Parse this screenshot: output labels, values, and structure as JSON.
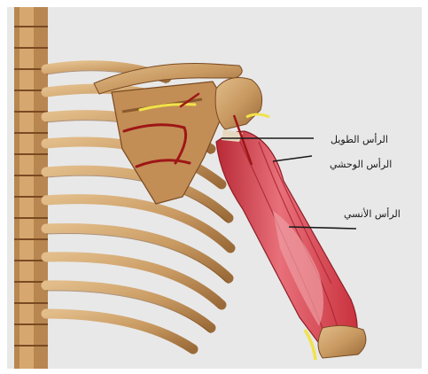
{
  "diagram": {
    "labels": {
      "long_head": "الرأس الطويل",
      "lateral_head": "الرأس الوحشي",
      "medial_head": "الرأس الأنسي"
    },
    "colors": {
      "background": "#e8e8e8",
      "bone": "#c99a62",
      "bone_dark": "#8a5a2c",
      "muscle": "#d6404c",
      "muscle_light": "#e88a90",
      "nerve_yellow": "#f1e24a",
      "vessel_red": "#9e1616",
      "leader_line": "#1a1a1a"
    }
  }
}
